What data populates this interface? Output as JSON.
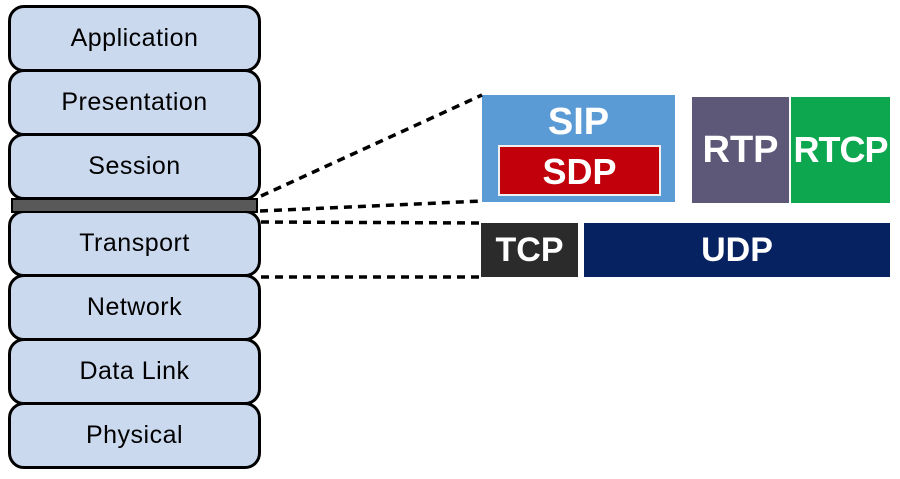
{
  "osi": {
    "layers": [
      "Application",
      "Presentation",
      "Session",
      "Transport",
      "Network",
      "Data Link",
      "Physical"
    ]
  },
  "protocols": {
    "sip": "SIP",
    "sdp": "SDP",
    "rtp": "RTP",
    "rtcp": "RTCP",
    "tcp": "TCP",
    "udp": "UDP"
  },
  "colors": {
    "layer_fill": "#CBD9EE",
    "layer_border": "#000000",
    "separator_fill": "#595959",
    "sip": "#5B9BD5",
    "sdp": "#C2000B",
    "rtp": "#5E5878",
    "rtcp": "#0CA74E",
    "tcp": "#2B2B2B",
    "udp": "#072260",
    "connector": "#000000",
    "text_on_protocol": "#FFFFFF"
  }
}
